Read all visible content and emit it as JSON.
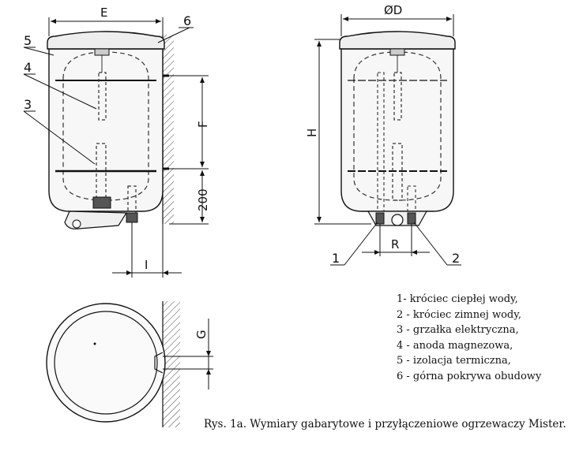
{
  "dimensions": {
    "E": "E",
    "D": "ØD",
    "F": "F",
    "H": "H",
    "height_200": "200",
    "I": "I",
    "R": "R",
    "G": "G"
  },
  "callouts": {
    "c5": "5",
    "c4": "4",
    "c3": "3",
    "c6": "6",
    "c1": "1",
    "c2": "2"
  },
  "legend": [
    "1- króciec ciepłej wody,",
    "2 - króciec zimnej wody,",
    "3 - grzałka elektryczna,",
    "4 - anoda magnezowa,",
    "5 - izolacja termiczna,",
    "6 - górna pokrywa obudowy"
  ],
  "caption": "Rys. 1a. Wymiary gabarytowe i przyłączeniowe ogrzewaczy Mister."
}
